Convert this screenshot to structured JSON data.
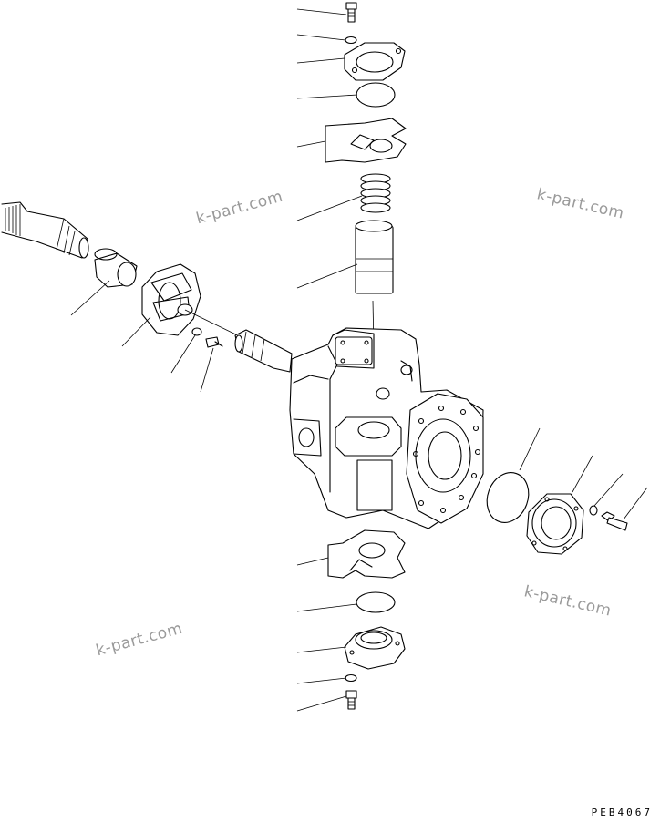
{
  "watermarks": [
    "k-part.com",
    "k-part.com",
    "k-part.com",
    "k-part.com"
  ],
  "drawing_code": "PEB4067",
  "colors": {
    "line": "#000000",
    "watermark": "#9a9a9a",
    "background": "#ffffff"
  }
}
